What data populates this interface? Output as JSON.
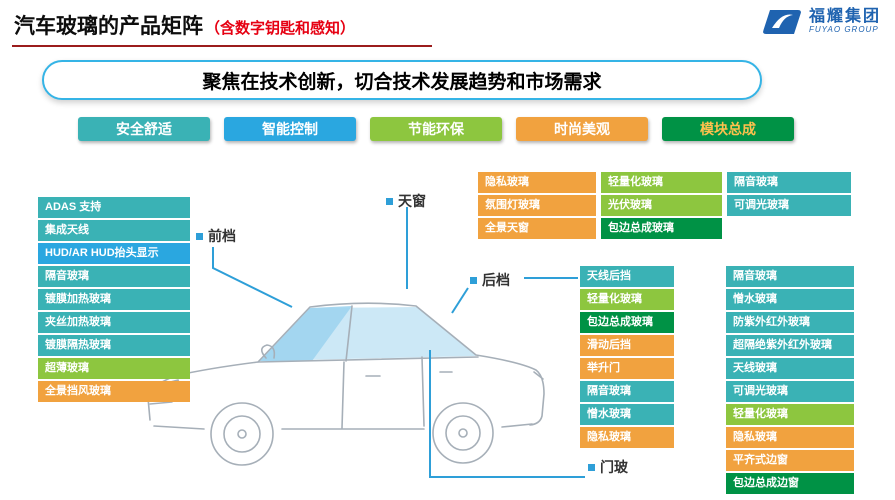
{
  "header": {
    "title": "汽车玻璃的产品矩阵",
    "subtitle": "（含数字钥匙和感知）",
    "logo_name": "福耀集团",
    "logo_sub": "FUYAO GROUP"
  },
  "banner": "聚焦在技术创新，切合技术发展趋势和市场需求",
  "colors": {
    "teal": "#3ab2b5",
    "blue": "#2aa7e0",
    "green": "#8dc63f",
    "orange": "#f1a23f",
    "dark_green": "#009245"
  },
  "categories": [
    {
      "label": "安全舒适",
      "color": "teal"
    },
    {
      "label": "智能控制",
      "color": "blue"
    },
    {
      "label": "节能环保",
      "color": "green"
    },
    {
      "label": "时尚美观",
      "color": "orange"
    },
    {
      "label": "模块总成",
      "color": "dark_green"
    }
  ],
  "groups": {
    "front": {
      "label": "前档",
      "items": [
        {
          "label": "ADAS 支持",
          "color": "teal"
        },
        {
          "label": "集成天线",
          "color": "teal"
        },
        {
          "label": "HUD/AR HUD抬头显示",
          "color": "blue"
        },
        {
          "label": "隔音玻璃",
          "color": "teal"
        },
        {
          "label": "镀膜加热玻璃",
          "color": "teal"
        },
        {
          "label": "夹丝加热玻璃",
          "color": "teal"
        },
        {
          "label": "镀膜隔热玻璃",
          "color": "teal"
        },
        {
          "label": "超薄玻璃",
          "color": "green"
        },
        {
          "label": "全景挡风玻璃",
          "color": "orange"
        }
      ]
    },
    "sunroof": {
      "label": "天窗",
      "columns": [
        [
          {
            "label": "隐私玻璃",
            "color": "orange"
          },
          {
            "label": "氛围灯玻璃",
            "color": "orange"
          },
          {
            "label": "全景天窗",
            "color": "orange"
          }
        ],
        [
          {
            "label": "轻量化玻璃",
            "color": "green"
          },
          {
            "label": "光伏玻璃",
            "color": "green"
          },
          {
            "label": "包边总成玻璃",
            "color": "dark_green"
          }
        ],
        [
          {
            "label": "隔音玻璃",
            "color": "teal"
          },
          {
            "label": "可调光玻璃",
            "color": "teal"
          }
        ]
      ]
    },
    "rear": {
      "label": "后档",
      "items": [
        {
          "label": "天线后挡",
          "color": "teal"
        },
        {
          "label": "轻量化玻璃",
          "color": "green"
        },
        {
          "label": "包边总成玻璃",
          "color": "dark_green"
        },
        {
          "label": "滑动后挡",
          "color": "orange"
        },
        {
          "label": "举升门",
          "color": "orange"
        },
        {
          "label": "隔音玻璃",
          "color": "teal"
        },
        {
          "label": "憎水玻璃",
          "color": "teal"
        },
        {
          "label": "隐私玻璃",
          "color": "orange"
        }
      ]
    },
    "door": {
      "label": "门玻",
      "items": [
        {
          "label": "隔音玻璃",
          "color": "teal"
        },
        {
          "label": "憎水玻璃",
          "color": "teal"
        },
        {
          "label": "防紫外红外玻璃",
          "color": "teal"
        },
        {
          "label": "超隔绝紫外红外玻璃",
          "color": "teal"
        },
        {
          "label": "天线玻璃",
          "color": "teal"
        },
        {
          "label": "可调光玻璃",
          "color": "teal"
        },
        {
          "label": "轻量化玻璃",
          "color": "green"
        },
        {
          "label": "隐私玻璃",
          "color": "orange"
        },
        {
          "label": "平齐式边窗",
          "color": "orange"
        },
        {
          "label": "包边总成边窗",
          "color": "dark_green"
        }
      ]
    }
  }
}
